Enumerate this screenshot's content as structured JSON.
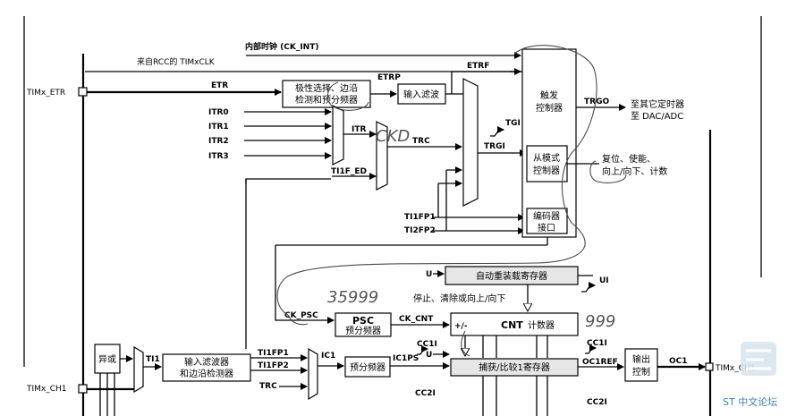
{
  "left_signals": {
    "etr_pin": "TIMx_ETR",
    "ch1_pin": "TIMx_CH1"
  },
  "clock_sources": {
    "internal_clock": "内部时钟 (CK_INT)",
    "from_rcc": "来自RCC的 TIMxCLK"
  },
  "signals": {
    "etr": "ETR",
    "etrp": "ETRP",
    "etrf": "ETRF",
    "itr0": "ITR0",
    "itr1": "ITR1",
    "itr2": "ITR2",
    "itr3": "ITR3",
    "itr": "ITR",
    "trc": "TRC",
    "tgi": "TGI",
    "trgi": "TRGI",
    "ti1f_ed": "TI1F_ED",
    "ti1fp1": "TI1FP1",
    "ti2fp2": "TI2FP2",
    "trgo": "TRGO",
    "u": "U",
    "ui": "UI",
    "ck_psc": "CK_PSC",
    "ck_cnt": "CK_CNT",
    "plus_minus": "+/-",
    "ti1": "TI1",
    "ti1fp1_b": "TI1FP1",
    "ti1fp2_b": "TI1FP2",
    "trc_b": "TRC",
    "ic1": "IC1",
    "ic1ps": "IC1PS",
    "cc1i_a": "CC1I",
    "cc1i_b": "CC1I",
    "oc1ref": "OC1REF",
    "oc1": "OC1",
    "cc2i_a": "CC2I",
    "cc2i_b": "CC2I"
  },
  "blocks": {
    "polarity_line1": "极性选择、边沿",
    "polarity_line2": "检测和预分频器",
    "input_filter": "输入滤波",
    "trigger_line1": "触发",
    "trigger_line2": "控制器",
    "slave_line1": "从模式",
    "slave_line2": "控制器",
    "encoder_line1": "编码器",
    "encoder_line2": "接口",
    "arr": "自动重装载寄存器",
    "psc_title": "PSC",
    "psc_sub": "预分频器",
    "cnt_title": "CNT",
    "cnt_sub": "计数器",
    "xor": "异或",
    "input_filter_edge_line1": "输入滤波器",
    "input_filter_edge_line2": "和边沿检测器",
    "prescaler": "预分频器",
    "capture_compare": "捕获/比较1寄存器",
    "output_ctrl_line1": "输出",
    "output_ctrl_line2": "控制"
  },
  "annotations": {
    "to_other_timers": "至其它定时器",
    "to_dac_adc": "至 DAC/ADC",
    "reset_line1": "复位、使能、",
    "reset_line2": "向上/向下、计数",
    "stop_clear": "停止、清除或向上/向下",
    "handwritten_ckd": "CKD",
    "handwritten_35999": "35999",
    "handwritten_999": "999"
  },
  "watermark": {
    "text": "ST 中文论坛"
  }
}
